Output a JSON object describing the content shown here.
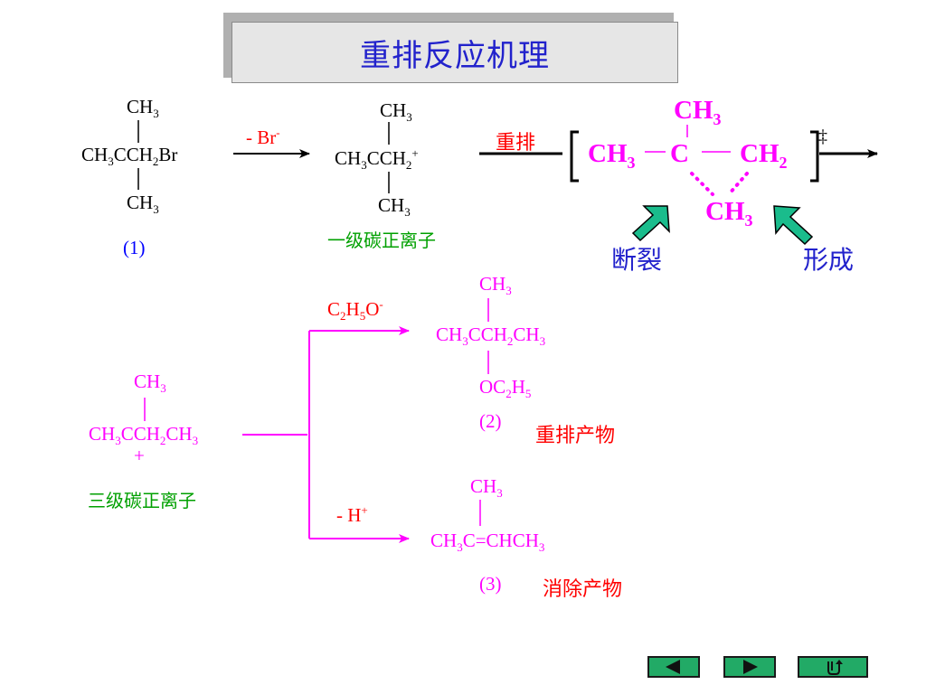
{
  "title": "重排反应机理",
  "top": {
    "r1_top": "CH3",
    "r1_main_a": "CH3CCH2Br",
    "r1_bottom": "CH3",
    "r1_label": "(1)",
    "arrow1_label": "- Br-",
    "c1_top": "CH3",
    "c1_main": "CH3CCH2+",
    "c1_bottom": "CH3",
    "c1_caption": "一级碳正离子",
    "arrow2_label": "重排",
    "ts_top": "CH3",
    "ts_left": "CH3",
    "ts_center": "C",
    "ts_right": "CH2",
    "ts_bottom": "CH3",
    "ts_dagger": "‡",
    "break_label": "断裂",
    "form_label": "形成"
  },
  "bottom": {
    "c3_top": "CH3",
    "c3_main": "CH3CCH2CH3",
    "c3_plus": "+",
    "c3_caption": "三级碳正离子",
    "upper_reagent": "C2H5O-",
    "p2_top": "CH3",
    "p2_main": "CH3CCH2CH3",
    "p2_bottom": "OC2H5",
    "p2_label": "(2)",
    "p2_caption": "重排产物",
    "lower_reagent": "- H+",
    "p3_top": "CH3",
    "p3_main": "CH3C=CHCH3",
    "p3_label": "(3)",
    "p3_caption": "消除产物"
  },
  "nav": {
    "prev_icon": "triangle-left-icon",
    "next_icon": "triangle-right-icon",
    "return_icon": "return-icon"
  },
  "colors": {
    "title": "#2222cc",
    "magenta": "#ff00ff",
    "red": "#ff0000",
    "green": "#00a000",
    "blue": "#0000ff",
    "arrow_fill": "#1abc8c",
    "nav_button": "#22aa66"
  }
}
